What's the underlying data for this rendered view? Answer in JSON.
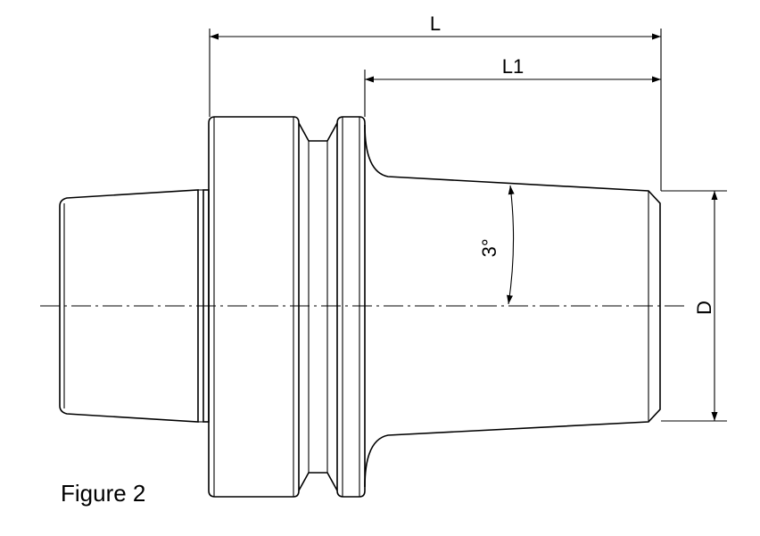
{
  "dimensions": {
    "overall_length": "L",
    "taper_length": "L1",
    "diameter": "D",
    "taper_angle": "3°"
  },
  "caption": "Figure 2"
}
